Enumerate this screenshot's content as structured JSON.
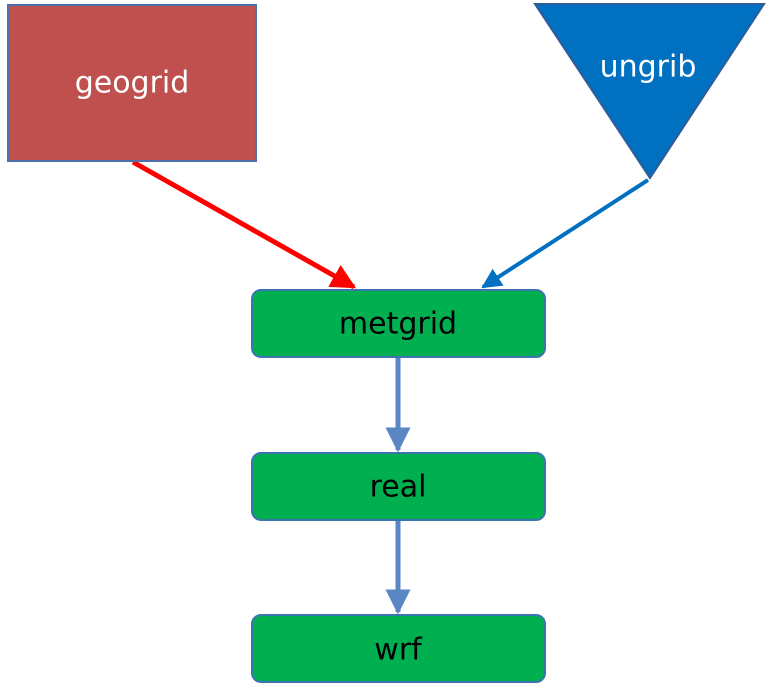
{
  "diagram": {
    "nodes": {
      "geogrid": {
        "label": "geogrid",
        "shape": "rectangle",
        "fill": "#C0504D",
        "stroke": "#4F6FA8"
      },
      "ungrib": {
        "label": "ungrib",
        "shape": "inverted-triangle",
        "fill": "#0070C0",
        "stroke": "#2E5C99"
      },
      "metgrid": {
        "label": "metgrid",
        "shape": "rounded-rectangle",
        "fill": "#00B050",
        "stroke": "#3A75B0"
      },
      "real": {
        "label": "real",
        "shape": "rounded-rectangle",
        "fill": "#00B050",
        "stroke": "#3A75B0"
      },
      "wrf": {
        "label": "wrf",
        "shape": "rounded-rectangle",
        "fill": "#00B050",
        "stroke": "#3A75B0"
      }
    },
    "edges": [
      {
        "from": "geogrid",
        "to": "metgrid",
        "color": "#FF0000"
      },
      {
        "from": "ungrib",
        "to": "metgrid",
        "color": "#0070C0"
      },
      {
        "from": "metgrid",
        "to": "real",
        "color": "#5B86C4"
      },
      {
        "from": "real",
        "to": "wrf",
        "color": "#5B86C4"
      }
    ]
  }
}
